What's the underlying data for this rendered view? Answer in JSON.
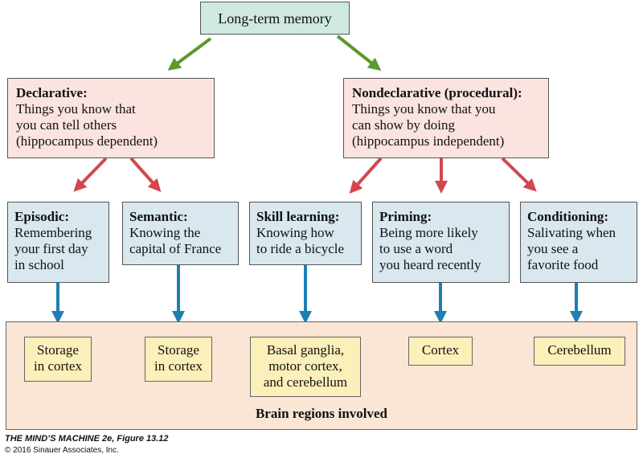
{
  "root": {
    "label": "Long-term memory"
  },
  "declarative": {
    "title": "Declarative:",
    "lines": [
      "Things you know that",
      "you can tell others",
      "(hippocampus dependent)"
    ]
  },
  "nondeclarative": {
    "title": "Nondeclarative (procedural):",
    "lines": [
      "Things you know that you",
      "can show by doing",
      "(hippocampus independent)"
    ]
  },
  "types": [
    {
      "title": "Episodic:",
      "lines": [
        "Remembering",
        "your first day",
        "in school"
      ]
    },
    {
      "title": "Semantic:",
      "lines": [
        "Knowing the",
        "capital of France"
      ]
    },
    {
      "title": "Skill learning:",
      "lines": [
        "Knowing how",
        "to ride a bicycle"
      ]
    },
    {
      "title": "Priming:",
      "lines": [
        "Being more likely",
        "to use a word",
        "you heard recently"
      ]
    },
    {
      "title": "Conditioning:",
      "lines": [
        "Salivating when",
        "you see a",
        "favorite food"
      ]
    }
  ],
  "regions": [
    {
      "lines": [
        "Storage",
        "in cortex"
      ]
    },
    {
      "lines": [
        "Storage",
        "in cortex"
      ]
    },
    {
      "lines": [
        "Basal ganglia,",
        "motor cortex,",
        "and cerebellum"
      ]
    },
    {
      "lines": [
        "Cortex"
      ]
    },
    {
      "lines": [
        "Cerebellum"
      ]
    }
  ],
  "regions_label": "Brain regions involved",
  "caption": {
    "figure": "THE MIND’S MACHINE 2e, Figure 13.12",
    "copyright": "© 2016 Sinauer Associates, Inc."
  },
  "colors": {
    "green_arrow": "#5a9a2e",
    "red_arrow": "#d2474f",
    "blue_arrow": "#1e7fb3"
  }
}
